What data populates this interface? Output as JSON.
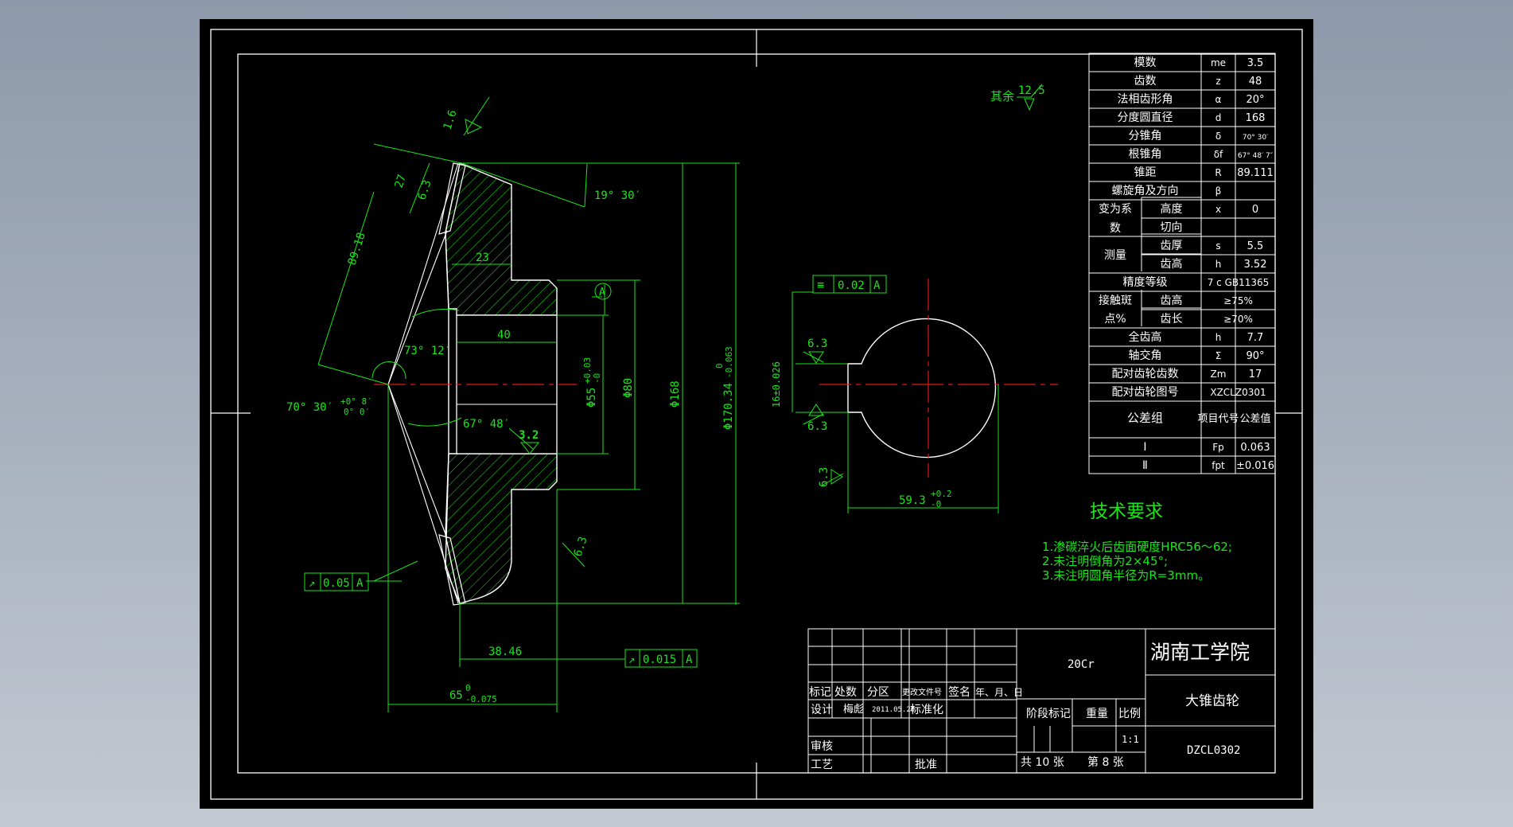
{
  "colors": {
    "background": "#000000",
    "frame": "#ffffff",
    "dimension": "#19e619",
    "centerline": "#e01818",
    "hatch": "#19e619"
  },
  "drawing": {
    "surface_finish_rest_label": "其余",
    "surface_finish_rest_value": "12.5",
    "roughness_1_6": "1.6",
    "roughness_6_3": "6.3",
    "roughness_3_2": "3.2",
    "dim_27": "27",
    "dim_89_18": "89.18",
    "dim_19_30": "19° 30′",
    "dim_23": "23",
    "dim_40": "40",
    "dim_73_12": "73° 12′",
    "dim_70_30": "70° 30′",
    "dim_70_30_tol_up": "+0° 8′",
    "dim_70_30_tol_low": "0° 0′",
    "dim_67_48": "67° 48′",
    "dim_phi55": "Φ55",
    "dim_phi55_tol_up": "+0.03",
    "dim_phi55_tol_low": "-0",
    "dim_phi80": "Φ80",
    "dim_phi168": "Φ168",
    "dim_phi170": "Φ170.34",
    "dim_phi170_tol_up": "0",
    "dim_phi170_tol_low": "-0.063",
    "datum_a": "A",
    "runout_005": "0.05",
    "runout_0015": "0.015",
    "dim_38_46": "38.46",
    "dim_65": "65",
    "dim_65_tol_up": "0",
    "dim_65_tol_low": "-0.075",
    "sym_002": "0.02",
    "dim_16": "16±0.026",
    "dim_59_3": "59.3",
    "dim_59_3_tol_up": "+0.2",
    "dim_59_3_tol_low": "-0"
  },
  "params": {
    "rows": [
      {
        "name": "模数",
        "sym": "me",
        "val": "3.5"
      },
      {
        "name": "齿数",
        "sym": "z",
        "val": "48"
      },
      {
        "name": "法相齿形角",
        "sym": "α",
        "val": "20°"
      },
      {
        "name": "分度圆直径",
        "sym": "d",
        "val": "168"
      },
      {
        "name": "分锥角",
        "sym": "δ",
        "val": "70° 30′"
      },
      {
        "name": "根锥角",
        "sym": "δf",
        "val": "67° 48′ 7″"
      },
      {
        "name": "锥距",
        "sym": "R",
        "val": "89.111"
      },
      {
        "name": "螺旋角及方向",
        "sym": "β",
        "val": ""
      }
    ],
    "shift_group": "变为系",
    "shift_group_2": "数",
    "shift_height": "高度",
    "shift_height_sym": "x",
    "shift_height_val": "0",
    "shift_tangent": "切向",
    "measure_group": "测量",
    "measure_thickness": "齿厚",
    "measure_thickness_sym": "s",
    "measure_thickness_val": "5.5",
    "measure_height": "齿高",
    "measure_height_sym": "h",
    "measure_height_val": "3.52",
    "accuracy_label": "精度等级",
    "accuracy_val": "7 c GB11365",
    "contact_group": "接触斑",
    "contact_group_2": "点%",
    "contact_height": "齿高",
    "contact_height_val": "≥75%",
    "contact_length": "齿长",
    "contact_length_val": "≥70%",
    "rows2": [
      {
        "name": "全齿高",
        "sym": "h",
        "val": "7.7"
      },
      {
        "name": "轴交角",
        "sym": "Σ",
        "val": "90°"
      },
      {
        "name": "配对齿轮齿数",
        "sym": "Zm",
        "val": "17"
      }
    ],
    "mate_drawing_label": "配对齿轮图号",
    "mate_drawing_val": "XZCLZ0301",
    "tol_group": "公差组",
    "tol_item": "项目代号",
    "tol_value": "公差值",
    "tol_rows": [
      {
        "group": "Ⅰ",
        "sym": "Fp",
        "val": "0.063"
      },
      {
        "group": "Ⅱ",
        "sym": "fpt",
        "val": "±0.016"
      }
    ]
  },
  "requirements": {
    "title": "技术要求",
    "items": [
      "1.渗碳淬火后齿面硬度HRC56～62;",
      "2.未注明倒角为2×45°;",
      "3.未注明圆角半径为R=3mm。"
    ]
  },
  "title_block": {
    "material": "20Cr",
    "school": "湖南工学院",
    "part_name": "大锥齿轮",
    "drawing_no": "DZCL0302",
    "mark": "标记",
    "count": "处数",
    "zone": "分区",
    "change_doc": "更改文件号",
    "signature": "签名",
    "date": "年、月、日",
    "design": "设计",
    "designer": "梅彪",
    "design_date": "2011.05.20",
    "standardize": "标准化",
    "stage_mark": "阶段标记",
    "weight": "重量",
    "scale": "比例",
    "scale_val": "1:1",
    "review": "审核",
    "process": "工艺",
    "approve": "批准",
    "total_sheets": "共 10 张",
    "sheet_no": "第 8 张"
  }
}
